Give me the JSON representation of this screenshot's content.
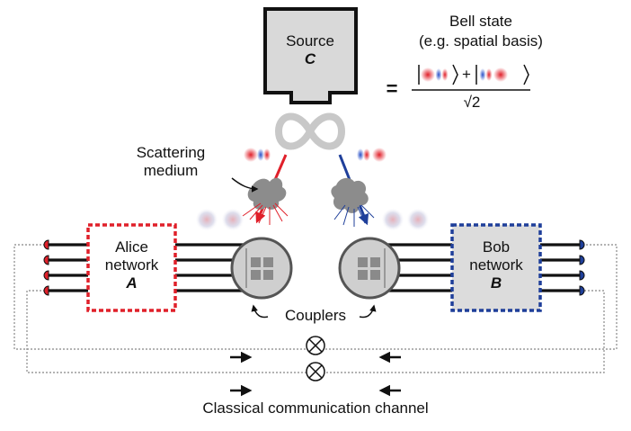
{
  "source": {
    "label": "Source",
    "id": "C"
  },
  "bell": {
    "title": "Bell state",
    "subtitle": "(e.g. spatial basis)",
    "equals": "=",
    "plus": "+",
    "denominator": "√2"
  },
  "scattering": {
    "line1": "Scattering",
    "line2": "medium"
  },
  "alice": {
    "line1": "Alice",
    "line2": "network",
    "id": "A"
  },
  "bob": {
    "line1": "Bob",
    "line2": "network",
    "id": "B"
  },
  "couplers": "Couplers",
  "channel": "Classical communication channel",
  "colors": {
    "alice": "#e0202a",
    "bob": "#1f3f9a",
    "box_fill": "#d9d9d9",
    "dotted": "#9a9a9a"
  }
}
